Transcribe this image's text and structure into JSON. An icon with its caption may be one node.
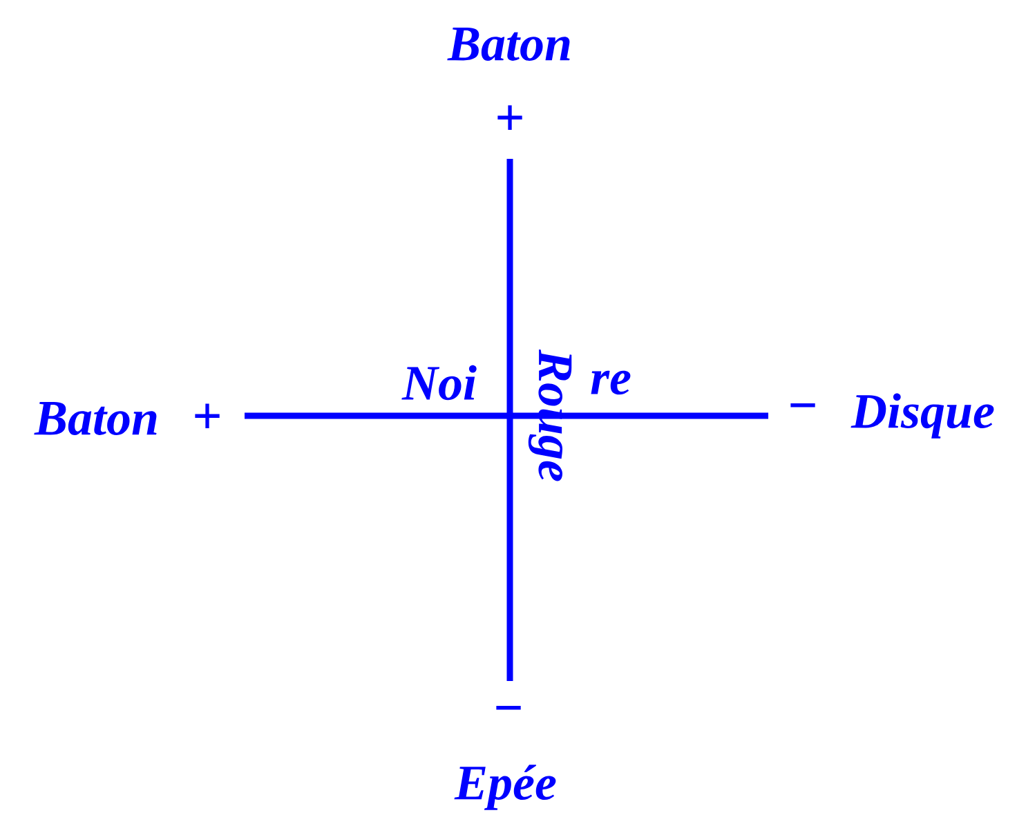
{
  "diagram": {
    "labels": [
      "Baton",
      "+",
      "Baton",
      "+",
      "Noi",
      "Rouge",
      "re",
      "−",
      "Disque",
      "−",
      "Epée"
    ]
  }
}
